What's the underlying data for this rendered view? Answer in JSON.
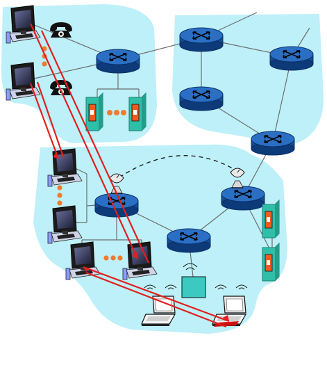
{
  "diagram": {
    "kind": "network",
    "colors": {
      "region_fill": "#bdf0f8",
      "router_fill": "#1f5fb4",
      "router_stroke": "#0b2f66",
      "link": "#6d6d6d",
      "wireless_link": "#111111",
      "path": "#e02020",
      "server": "#2fbfa8",
      "server_door": "#f05a1e",
      "dots": "#ef7b2f",
      "access_point": "#3cc9c2"
    },
    "icons": {
      "router": "router-icon",
      "host": "desktop-computer-icon",
      "phone": "telephone-icon",
      "server": "server-icon",
      "laptop": "laptop-icon",
      "satellite_dish": "satellite-dish-icon",
      "access_point": "wireless-access-point-icon"
    },
    "regions": [
      "home-network",
      "isp-core-network",
      "campus-network"
    ],
    "text_labels": []
  }
}
